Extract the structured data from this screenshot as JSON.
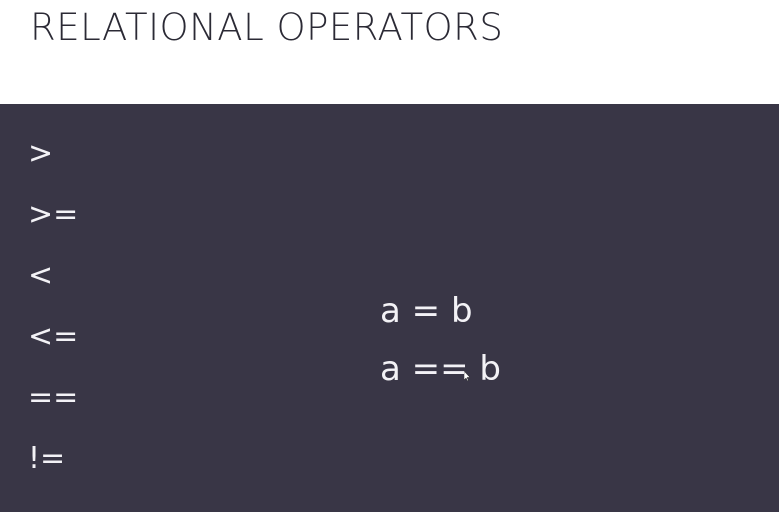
{
  "slide": {
    "title": "RELATIONAL OPERATORS",
    "operators": [
      {
        "symbol": ">"
      },
      {
        "symbol": ">="
      },
      {
        "symbol": "<"
      },
      {
        "symbol": "<="
      },
      {
        "symbol": "=="
      },
      {
        "symbol": "!="
      }
    ],
    "examples": [
      {
        "expr": "a = b"
      },
      {
        "expr": "a == b"
      }
    ]
  },
  "colors": {
    "background_top": "#ffffff",
    "panel_background": "#393646",
    "title_text": "#2b2a35",
    "panel_text": "#f3f2f6"
  },
  "icons": {
    "cursor": "mouse-pointer-icon"
  }
}
